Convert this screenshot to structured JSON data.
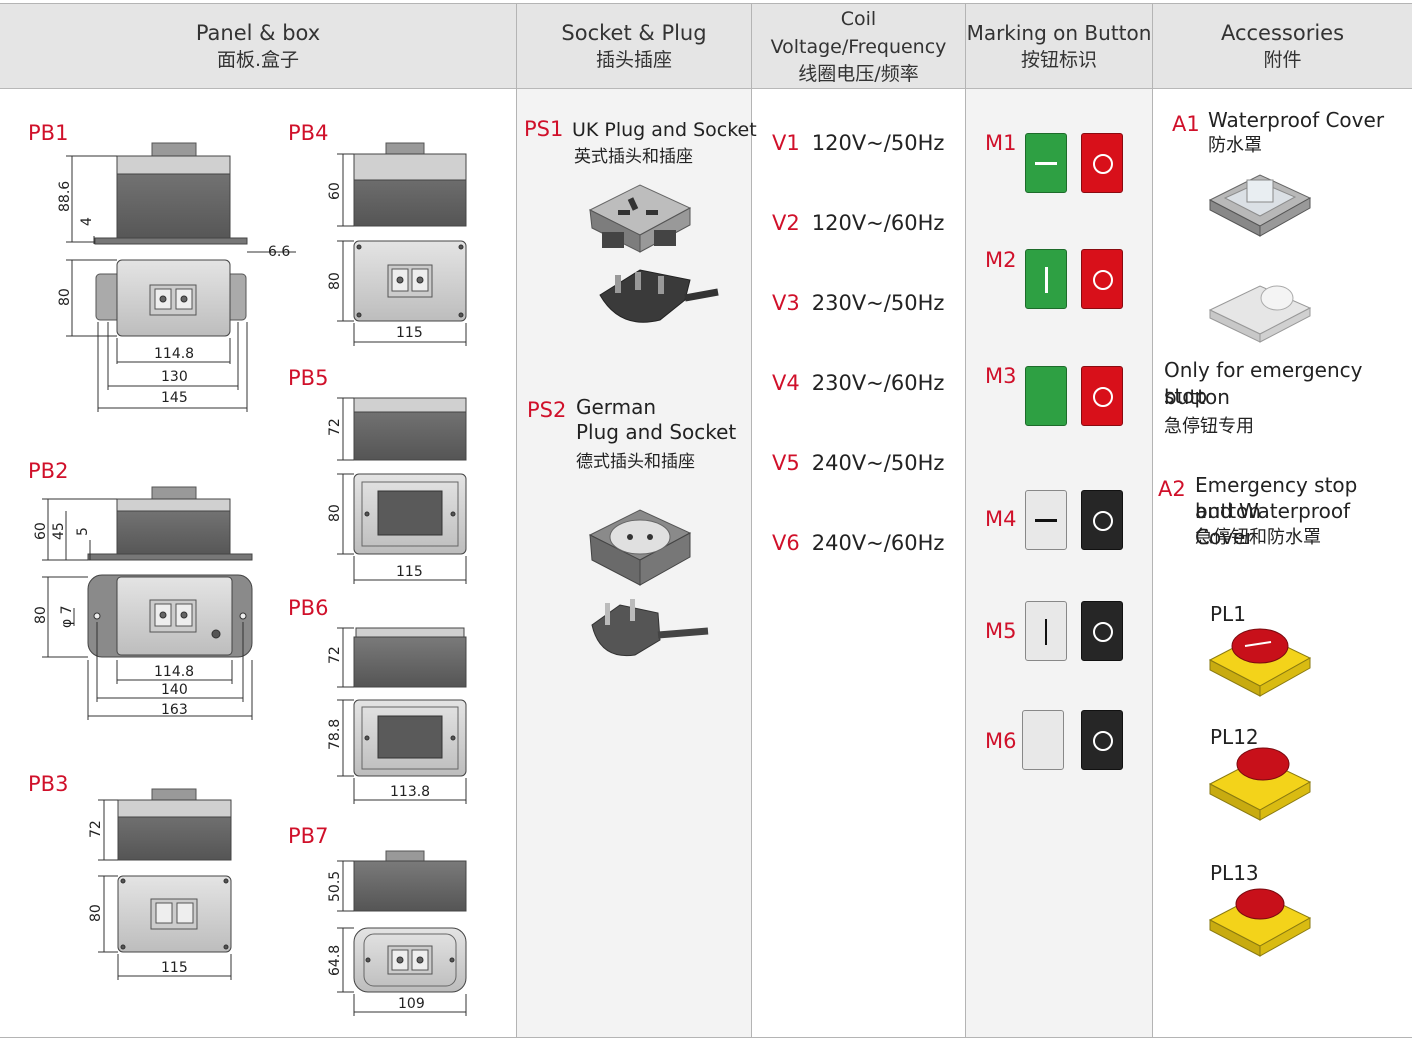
{
  "headers": [
    {
      "en": "Panel & box",
      "cn": "面板.盒子"
    },
    {
      "en": "Socket & Plug",
      "cn": "插头插座"
    },
    {
      "en": "Coil Voltage/Frequency",
      "cn": "线圈电压/频率"
    },
    {
      "en": "Marking on Button",
      "cn": "按钮标识"
    },
    {
      "en": "Accessories",
      "cn": "附件"
    }
  ],
  "panels": {
    "pb1": {
      "label": "PB1",
      "dims": [
        "88.6",
        "4",
        "6.6",
        "80",
        "114.8",
        "130",
        "145"
      ]
    },
    "pb2": {
      "label": "PB2",
      "dims": [
        "60",
        "45",
        "5",
        "80",
        "φ 7",
        "114.8",
        "140",
        "163"
      ]
    },
    "pb3": {
      "label": "PB3",
      "dims": [
        "72",
        "80",
        "115"
      ]
    },
    "pb4": {
      "label": "PB4",
      "dims": [
        "60",
        "80",
        "115"
      ]
    },
    "pb5": {
      "label": "PB5",
      "dims": [
        "72",
        "80",
        "115"
      ]
    },
    "pb6": {
      "label": "PB6",
      "dims": [
        "72",
        "78.8",
        "113.8"
      ]
    },
    "pb7": {
      "label": "PB7",
      "dims": [
        "50.5",
        "64.8",
        "109"
      ]
    }
  },
  "sockets": [
    {
      "code": "PS1",
      "name": "UK Plug and Socket",
      "cn": "英式插头和插座"
    },
    {
      "code": "PS2",
      "name_line1": "German",
      "name_line2": "Plug and Socket",
      "cn": "德式插头和插座"
    }
  ],
  "voltages": [
    {
      "code": "V1",
      "value": "120V~/50Hz"
    },
    {
      "code": "V2",
      "value": "120V~/60Hz"
    },
    {
      "code": "V3",
      "value": "230V~/50Hz"
    },
    {
      "code": "V4",
      "value": "230V~/60Hz"
    },
    {
      "code": "V5",
      "value": "240V~/50Hz"
    },
    {
      "code": "V6",
      "value": "240V~/60Hz"
    }
  ],
  "markings": [
    {
      "code": "M1",
      "left": "green-dash",
      "right": "red-ring"
    },
    {
      "code": "M2",
      "left": "green-bar",
      "right": "red-ring"
    },
    {
      "code": "M3",
      "left": "green-blank",
      "right": "red-ring"
    },
    {
      "code": "M4",
      "left": "white-dash",
      "right": "black-ring"
    },
    {
      "code": "M5",
      "left": "white-bar",
      "right": "black-ring"
    },
    {
      "code": "M6",
      "left": "white-blank",
      "right": "black-ring"
    }
  ],
  "accessories": {
    "a1": {
      "code": "A1",
      "name": "Waterproof Cover",
      "cn": "防水罩"
    },
    "note": {
      "line1": "Only for emergency stop",
      "line2": "button",
      "cn": "急停钮专用"
    },
    "a2": {
      "code": "A2",
      "line1": "Emergency stop button",
      "line2": "and Waterproof Cover",
      "cn": "急停钮和防水罩"
    },
    "pl": [
      "PL1",
      "PL12",
      "PL13"
    ]
  },
  "colors": {
    "accent": "#d0102a",
    "green": "#2ea043",
    "red": "#d8101a",
    "black": "#262626",
    "yellow": "#f3d31a",
    "header_bg": "#e5e5e5"
  }
}
